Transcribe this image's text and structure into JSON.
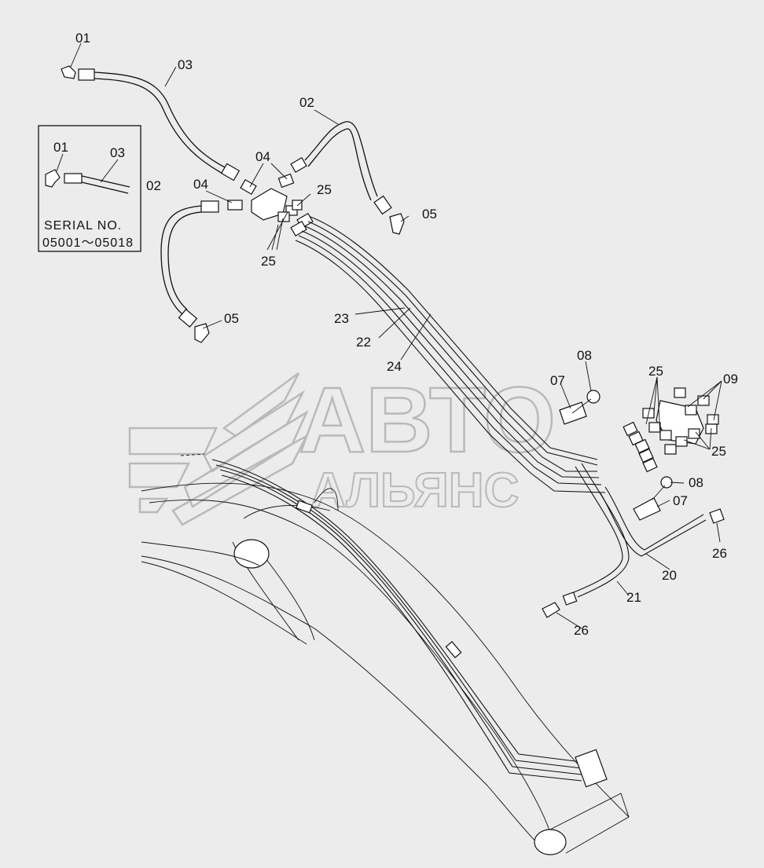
{
  "watermark": {
    "line1": "АВТО",
    "line2": "АЛЬЯНС"
  },
  "inset": {
    "serial_label": "SERIAL  NO.",
    "serial_range": "05001～05018",
    "labels": [
      "01",
      "03"
    ]
  },
  "callouts": {
    "c01": "01",
    "c03": "03",
    "c02a": "02",
    "c02b": "02",
    "c04a": "04",
    "c04b": "04",
    "c25a": "25",
    "c25b": "25",
    "c05a": "05",
    "c05b": "05",
    "c23": "23",
    "c22": "22",
    "c24": "24",
    "c08a": "08",
    "c07a": "07",
    "c25c": "25",
    "c09": "09",
    "c25d": "25",
    "c08b": "08",
    "c07b": "07",
    "c26a": "26",
    "c20": "20",
    "c21": "21",
    "c26b": "26"
  },
  "colors": {
    "background": "#ececec",
    "line": "#111111",
    "watermark": "#b9b9b9"
  }
}
